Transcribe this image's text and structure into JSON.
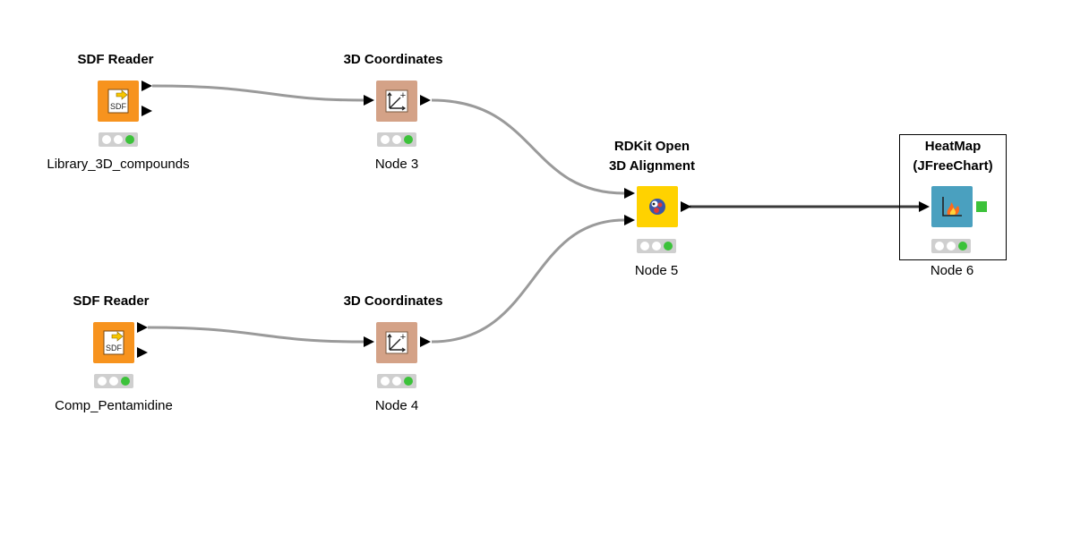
{
  "workflow": {
    "nodes": {
      "sdf_reader_1": {
        "title": "SDF Reader",
        "label": "Library_3D_compounds",
        "icon": "sdf-file-icon"
      },
      "sdf_reader_2": {
        "title": "SDF Reader",
        "label": "Comp_Pentamidine",
        "icon": "sdf-file-icon"
      },
      "coords_1": {
        "title": "3D Coordinates",
        "label": "Node 3",
        "icon": "3d-axes-icon"
      },
      "coords_2": {
        "title": "3D Coordinates",
        "label": "Node 4",
        "icon": "3d-axes-icon"
      },
      "rdkit_align": {
        "title_line1": "RDKit Open",
        "title_line2": "3D Alignment",
        "label": "Node 5",
        "icon": "rdkit-icon"
      },
      "heatmap": {
        "title_line1": "HeatMap",
        "title_line2": "(JFreeChart)",
        "label": "Node 6",
        "icon": "heatmap-chart-icon",
        "selected": true
      }
    },
    "colors": {
      "reader": "#f7931e",
      "manipulator": "#d4a287",
      "rdkit": "#ffd200",
      "visualizer": "#4aa0bf",
      "status_green": "#3cc23a",
      "connection_gray": "#9a9a9a",
      "connection_dark": "#3a3a3a"
    }
  }
}
